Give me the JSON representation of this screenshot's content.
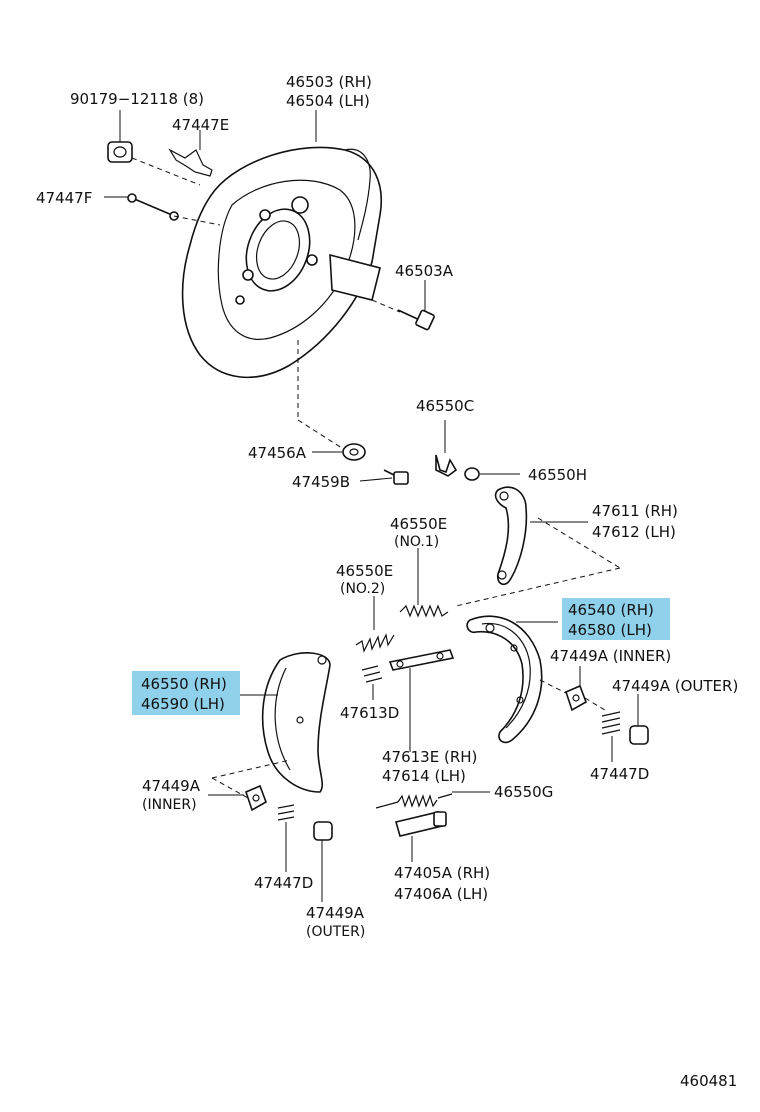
{
  "colors": {
    "highlight": "#8fd0ea",
    "line": "#111111",
    "background": "#ffffff"
  },
  "labels": {
    "p90179": "90179−12118 (8)",
    "p46503": "46503 (RH)",
    "p46504": "46504 (LH)",
    "p47447E": "47447E",
    "p47447F": "47447F",
    "p46503A": "46503A",
    "p46550C": "46550C",
    "p47456A": "47456A",
    "p46550H": "46550H",
    "p47459B": "47459B",
    "p47611": "47611 (RH)",
    "p47612": "47612 (LH)",
    "p46550E_top": "46550E",
    "p46550E_top_note": "(NO.1)",
    "p46550E_mid": "46550E",
    "p46550E_mid_note": "(NO.2)",
    "p46540": "46540 (RH)",
    "p46580": "46580 (LH)",
    "p47449A_inner_r": "47449A (INNER)",
    "p47449A_outer_r": "47449A (OUTER)",
    "p46550": "46550 (RH)",
    "p46590": "46590 (LH)",
    "p47613D": "47613D",
    "p47613E": "47613E (RH)",
    "p47614": "47614    (LH)",
    "p47447D_r": "47447D",
    "p47449A_l": "47449A",
    "p47449A_l_note": "(INNER)",
    "p46550G": "46550G",
    "p47447D_l": "47447D",
    "p47405A": "47405A (RH)",
    "p47406A": "47406A (LH)",
    "p47449A_outer_l": "47449A",
    "p47449A_outer_l_note": "(OUTER)",
    "diagram_id": "460481"
  }
}
